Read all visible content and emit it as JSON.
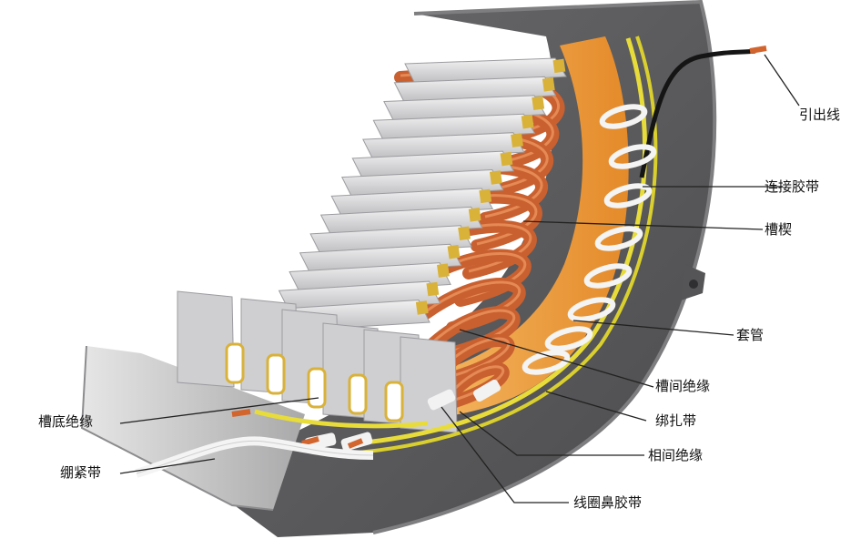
{
  "diagram": {
    "labels": {
      "lead_wire": "引出线",
      "connection_tape": "连接胶带",
      "slot_wedge": "槽楔",
      "sleeve": "套管",
      "interslot_insulation": "槽间绝缘",
      "binding_tape": "绑扎带",
      "phase_insulation": "相间绝缘",
      "coil_nose_tape": "线圈鼻胶带",
      "slot_bottom_insulation": "槽底绝缘",
      "tightening_strap": "绷紧带"
    }
  },
  "colors": {
    "housing": "#5f5f61",
    "housing_edge": "#7a7a7c",
    "core_laminations": "#d8d8da",
    "copper_winding": "#c9602f",
    "orange_insulation": "#f0a24a",
    "yellow_sleeve": "#e7dc3a",
    "white_tape": "#f2f2f2",
    "slot_liner": "#d9b23a",
    "leader_line": "#222222"
  }
}
